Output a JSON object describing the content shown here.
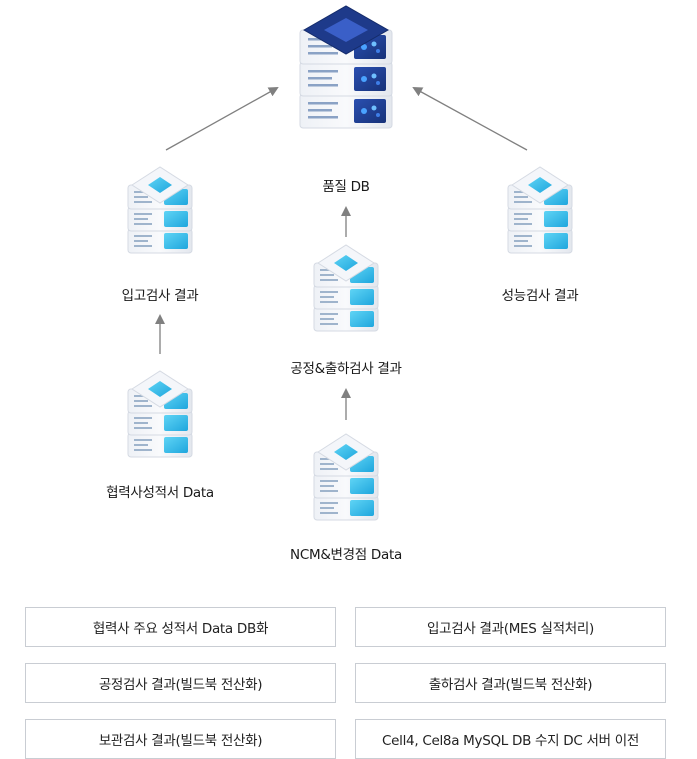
{
  "diagram": {
    "nodes": [
      {
        "id": "quality-db",
        "label": "품질 DB"
      },
      {
        "id": "incoming",
        "label": "입고검사 결과"
      },
      {
        "id": "performance",
        "label": "성능검사 결과"
      },
      {
        "id": "process-shipping",
        "label": "공정&출하검사 결과"
      },
      {
        "id": "supplier",
        "label": "협력사성적서 Data"
      },
      {
        "id": "ncm",
        "label": "NCM&변경점 Data"
      }
    ],
    "edges": [
      {
        "from": "incoming",
        "to": "quality-db"
      },
      {
        "from": "performance",
        "to": "quality-db"
      },
      {
        "from": "process-shipping",
        "to": "quality-db"
      },
      {
        "from": "supplier",
        "to": "incoming"
      },
      {
        "from": "ncm",
        "to": "process-shipping"
      }
    ],
    "colors": {
      "main_server_dark": "#1e3a8a",
      "small_server_cyan": "#29b6e8",
      "server_body": "#f2f4f8",
      "arrow": "#808080"
    }
  },
  "boxes": [
    "협력사 주요 성적서 Data DB화",
    "입고검사 결과(MES 실적처리)",
    "공정검사 결과(빌드북 전산화)",
    "출하검사 결과(빌드북 전산화)",
    "보관검사 결과(빌드북 전산화)",
    "Cell4, Cel8a MySQL DB 수지 DC 서버 이전"
  ]
}
